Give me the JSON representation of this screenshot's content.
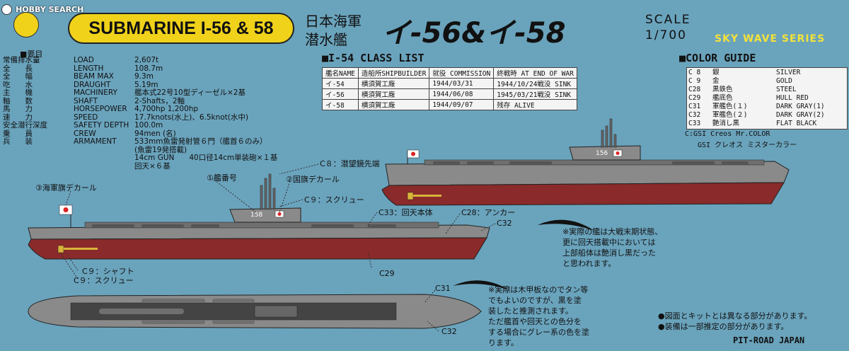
{
  "logo": {
    "text": "HOBBY SEARCH"
  },
  "header": {
    "badge": "SUBMARINE I-56 & 58",
    "jp_top": "日本海軍",
    "jp_bottom": "潜水艦",
    "jp_big": "イ-56&イ-58",
    "scale_label": "SCALE",
    "scale_value": "1/700",
    "series": "SKY WAVE SERIES"
  },
  "specs": {
    "title": "■要目",
    "rows": [
      {
        "jp": "常備排水量",
        "en": "LOAD",
        "val": "2,607t"
      },
      {
        "jp": "全　　長",
        "en": "LENGTH",
        "val": "108.7m"
      },
      {
        "jp": "全　　幅",
        "en": "BEAM MAX",
        "val": "9.3m"
      },
      {
        "jp": "吃　　水",
        "en": "DRAUGHT",
        "val": "5.19m"
      },
      {
        "jp": "主　　機",
        "en": "MACHINERY",
        "val": "艦本式22号10型ディーゼル×2基"
      },
      {
        "jp": "軸　　数",
        "en": "SHAFT",
        "val": "2-Shafts，2軸"
      },
      {
        "jp": "馬　　力",
        "en": "HORSEPOWER",
        "val": "4,700hp 1,200hp"
      },
      {
        "jp": "速　　力",
        "en": "SPEED",
        "val": "17.7knots(水上)、6.5knot(水中)"
      },
      {
        "jp": "安全潜行深度",
        "en": "SAFETY DEPTH",
        "val": "100.0m"
      },
      {
        "jp": "乗　　員",
        "en": "CREW",
        "val": "94men (名)"
      },
      {
        "jp": "兵　　装",
        "en": "ARMAMENT",
        "val": "533mm魚雷発射管６門（艦首６のみ）"
      },
      {
        "jp": "",
        "en": "",
        "val": "(魚雷19発搭載)"
      },
      {
        "jp": "",
        "en": "",
        "val": "14cm GUN　　40口径14cm単装砲×１基"
      },
      {
        "jp": "",
        "en": "",
        "val": "回天×６基"
      }
    ]
  },
  "class_list": {
    "title": "■I-54 CLASS LIST",
    "headers": [
      "艦名NAME",
      "造船所SHIPBUILDER",
      "就役 COMMISSION",
      "終戦時 AT END OF WAR"
    ],
    "rows": [
      [
        "イ-54",
        "横須賀工廠",
        "1944/03/31",
        "1944/10/24戦没 SINK"
      ],
      [
        "イ-56",
        "横須賀工廠",
        "1944/06/08",
        "1945/03/21戦没 SINK"
      ],
      [
        "イ-58",
        "横須賀工廠",
        "1944/09/07",
        "残存 ALIVE"
      ]
    ]
  },
  "color_guide": {
    "title": "■COLOR GUIDE",
    "rows": [
      {
        "code": "C 8",
        "jp": "銀",
        "en": "SILVER"
      },
      {
        "code": "C 9",
        "jp": "金",
        "en": "GOLD"
      },
      {
        "code": "C28",
        "jp": "黒鉄色",
        "en": "STEEL"
      },
      {
        "code": "C29",
        "jp": "艦底色",
        "en": "HULL RED"
      },
      {
        "code": "C31",
        "jp": "軍艦色(１)",
        "en": "DARK GRAY(1)"
      },
      {
        "code": "C32",
        "jp": "軍艦色(２)",
        "en": "DARK GRAY(2)"
      },
      {
        "code": "C33",
        "jp": "艶消し黒",
        "en": "FLAT BLACK"
      }
    ],
    "note_line1": "C:GSI Creos Mr.COLOR",
    "note_line2": "GSI クレオス ミスターカラー"
  },
  "hull_numbers": {
    "i56": "156",
    "i58": "158"
  },
  "callouts": {
    "c8_periscope": "C８：潜望鏡先端",
    "num1": "①艦番号",
    "num2": "②国旗デカール",
    "num3": "③海軍旗デカール",
    "c9_screw_top": "C９：スクリュー",
    "c33": "C33：回天本体",
    "c28": "C28：アンカー",
    "c32_a": "C32",
    "c29": "C29",
    "c9_shaft": "C９：シャフト",
    "c9_screw_bottom": "C９：スクリュー",
    "c31": "C31",
    "c32_b": "C32"
  },
  "notes": {
    "hull_note": [
      "※実際の艦は大戦末期状態、",
      "更に回天搭載中においては",
      "上部船体は艶消し黒だった",
      "と思われます。"
    ],
    "deck_note": [
      "※実際は木甲板なのでタン等",
      "でもよいのですが、黒を塗",
      "装したと推測されます。",
      "ただ艦首や回天との色分を",
      "する場合にグレー系の色を塗",
      "ります。"
    ],
    "footer_1": "●図面とキットとは異なる部分があります。",
    "footer_2": "●装備は一部推定の部分があります。",
    "brand": "PIT-ROAD JAPAN"
  },
  "colors": {
    "sea": "#6aa3bc",
    "badge": "#f0d21a",
    "gray": "#8a8a8a",
    "hull_red": "#8a2a2a"
  }
}
